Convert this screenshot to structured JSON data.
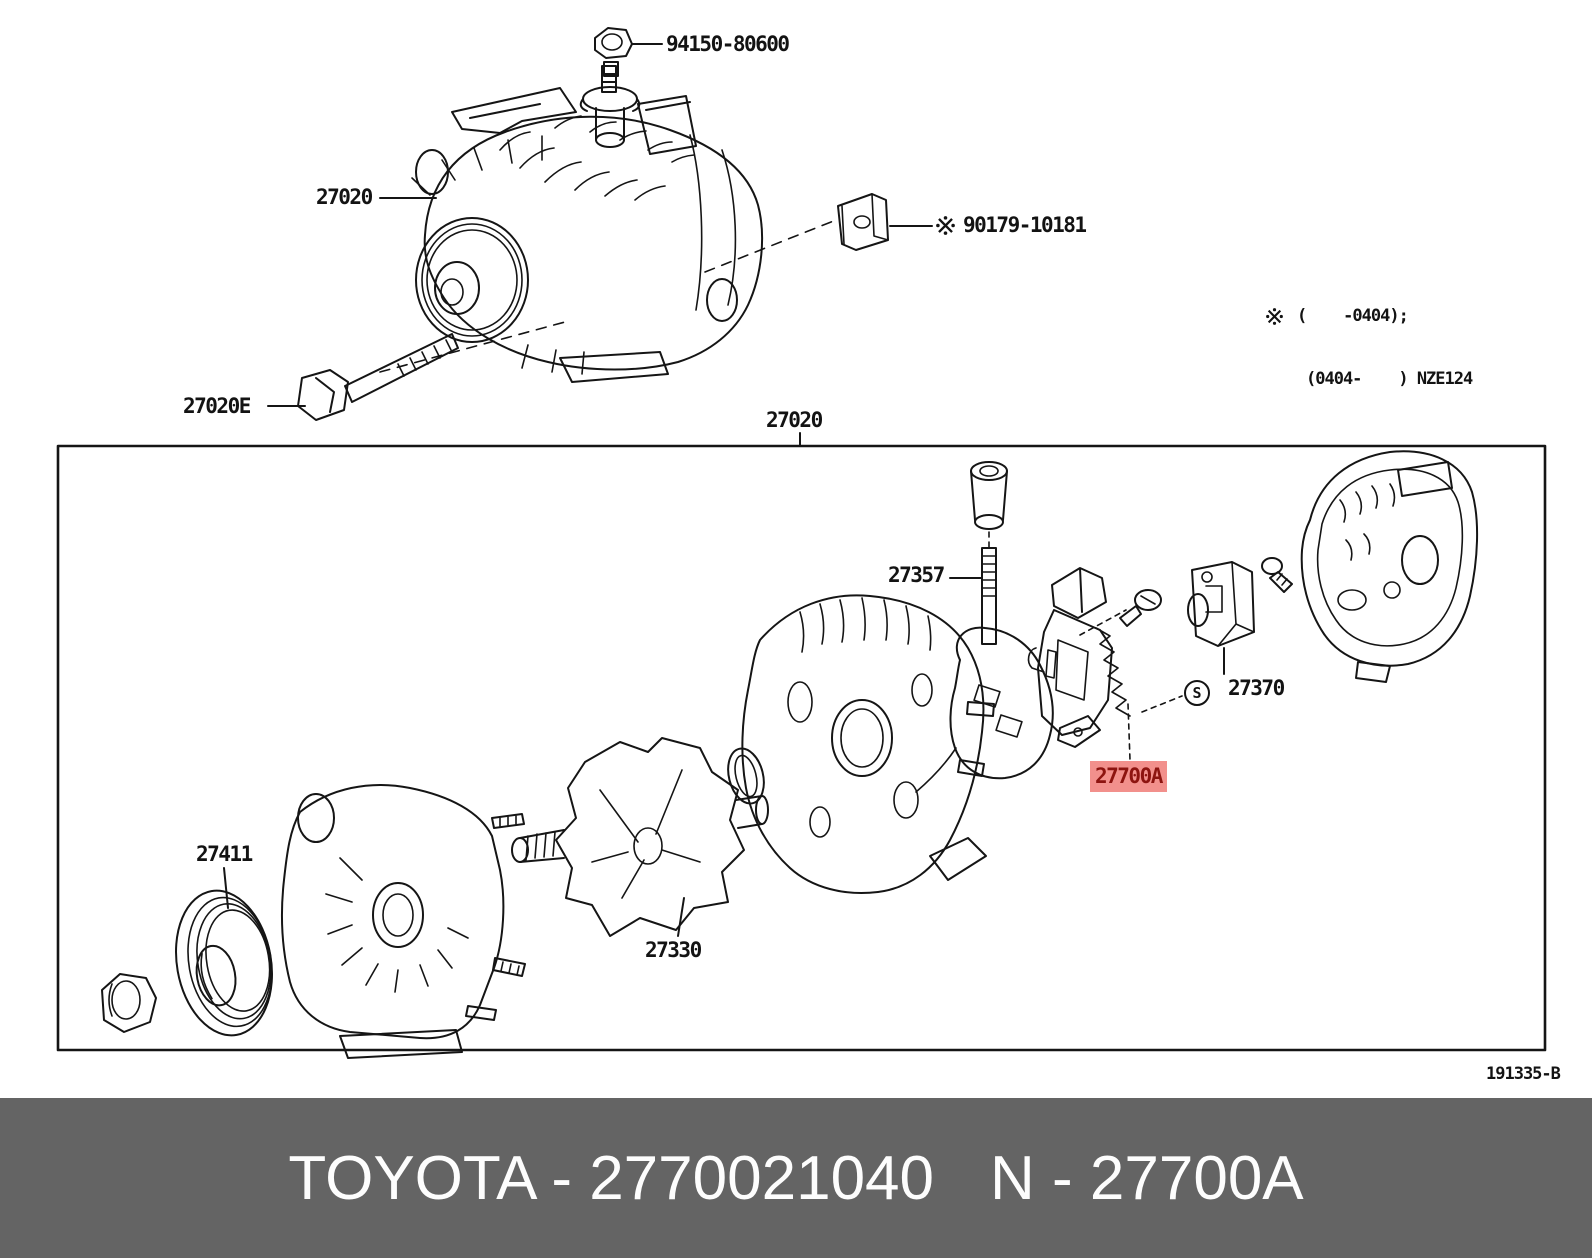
{
  "colors": {
    "line": "#151515",
    "highlight_bg": "#f2908c",
    "highlight_text": "#8d1410",
    "footer_bg": "#646464",
    "footer_text": "#fdfdfd"
  },
  "diagram": {
    "top_labels": {
      "nut": "94150-80600",
      "alternator": "27020",
      "plate": "90179-10181",
      "mount_bolt": "27020E"
    },
    "note": {
      "line1": "(    -0404);",
      "line2": "(0404-    ) NZE124"
    },
    "box": {
      "title": "27020",
      "labels": {
        "brush_holder": "27357",
        "rectifier": "27370",
        "regulator": "27700A",
        "pulley": "27411",
        "rotor": "27330"
      },
      "s_mark": "S",
      "drawing_code": "191335-B"
    }
  },
  "footer": {
    "brand_part": "TOYOTA - 2770021040",
    "code": "N - 27700A"
  }
}
